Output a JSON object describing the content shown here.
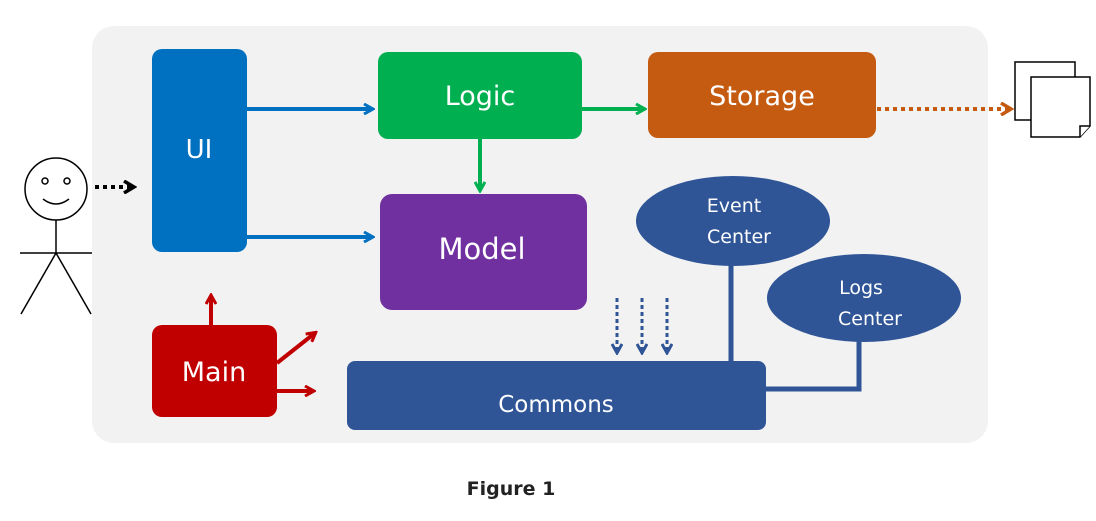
{
  "components": {
    "ui": "UI",
    "logic": "Logic",
    "storage": "Storage",
    "model": "Model",
    "main": "Main",
    "commons": "Commons",
    "event_center_line1": "Event",
    "event_center_line2": "Center",
    "logs_center_line1": "Logs",
    "logs_center_line2": "Center"
  },
  "caption": "Figure 1",
  "colors": {
    "container": "#f2f2f2",
    "ui": "#0070c0",
    "logic": "#00b050",
    "storage": "#c55a11",
    "model": "#7030a0",
    "main": "#c00000",
    "commons": "#2f5597",
    "user_arrow": "#000000"
  },
  "icons": [
    "stick-figure-user-icon",
    "stacked-documents-icon"
  ]
}
